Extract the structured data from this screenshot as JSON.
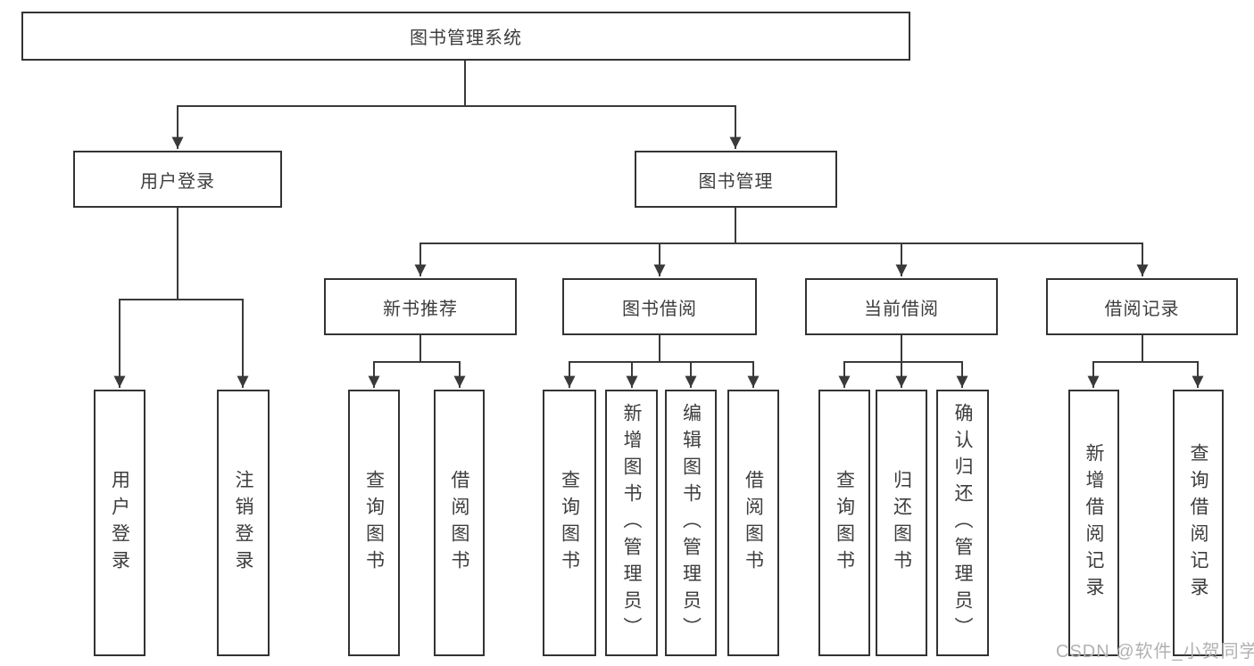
{
  "diagram": {
    "title": "图书管理系统",
    "level2": [
      {
        "label": "用户登录"
      },
      {
        "label": "图书管理"
      }
    ],
    "level3": [
      {
        "label": "新书推荐"
      },
      {
        "label": "图书借阅"
      },
      {
        "label": "当前借阅"
      },
      {
        "label": "借阅记录"
      }
    ],
    "leaves": [
      {
        "label": "用户登录"
      },
      {
        "label": "注销登录"
      },
      {
        "label": "查询图书"
      },
      {
        "label": "借阅图书"
      },
      {
        "label": "查询图书"
      },
      {
        "label": "新增图书（管理员）"
      },
      {
        "label": "编辑图书（管理员）"
      },
      {
        "label": "借阅图书"
      },
      {
        "label": "查询图书"
      },
      {
        "label": "归还图书"
      },
      {
        "label": "确认归还（管理员）"
      },
      {
        "label": "新增借阅记录"
      },
      {
        "label": "查询借阅记录"
      }
    ]
  },
  "watermark": "CSDN @软件_小贺同学",
  "colors": {
    "line": "#3a3a3a",
    "box_border": "#333333",
    "text": "#3d3d3d",
    "watermark": "#b1b1b1",
    "background": "#ffffff"
  }
}
